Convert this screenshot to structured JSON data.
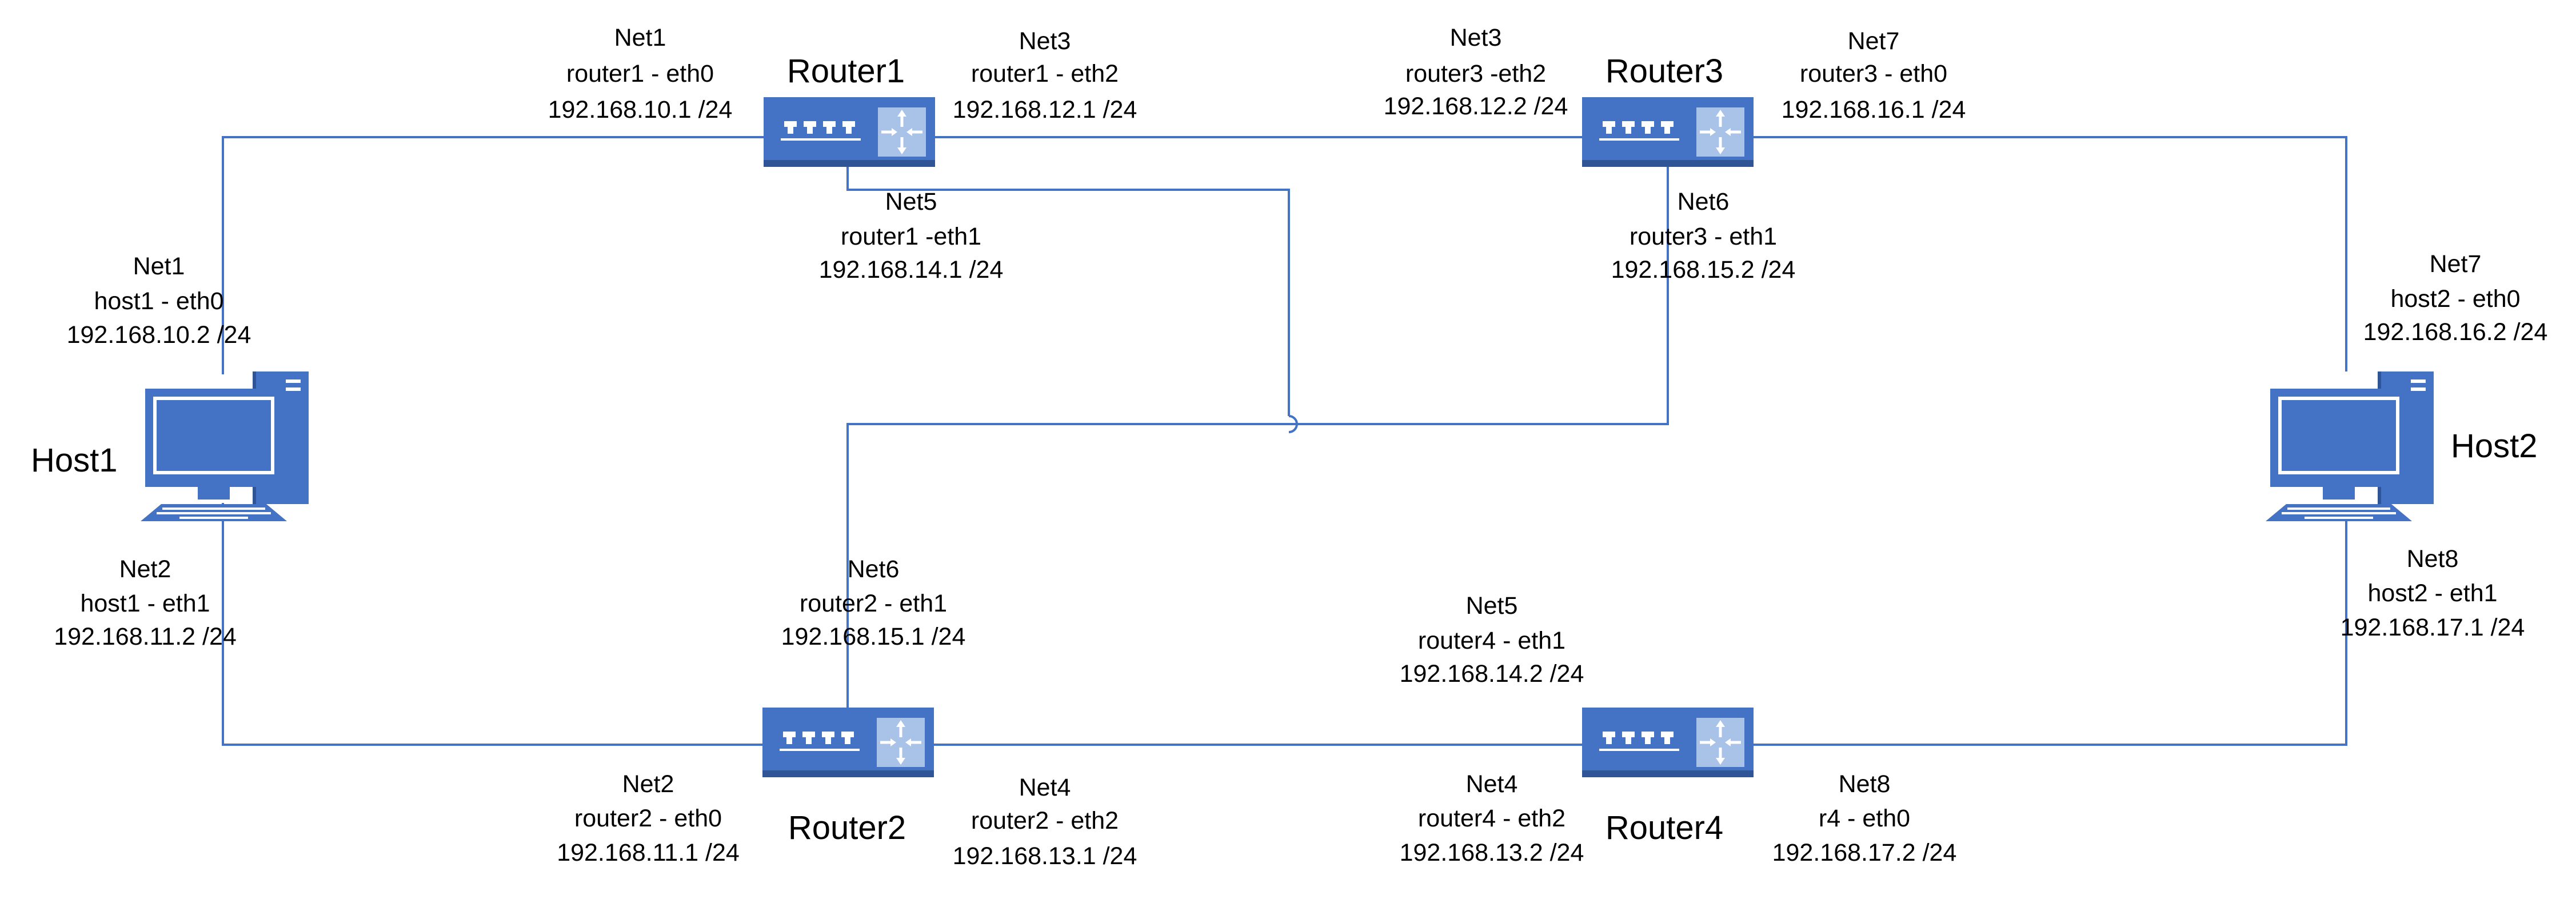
{
  "colors": {
    "wire": "#4472C4",
    "device": "#4472C4",
    "device_dark": "#2F5597",
    "device_light": "#A9C2E8",
    "text": "#000000"
  },
  "devices": {
    "router1": {
      "name": "Router1",
      "icon": "router-icon"
    },
    "router2": {
      "name": "Router2",
      "icon": "router-icon"
    },
    "router3": {
      "name": "Router3",
      "icon": "router-icon"
    },
    "router4": {
      "name": "Router4",
      "icon": "router-icon"
    },
    "host1": {
      "name": "Host1",
      "icon": "desktop-computer-icon"
    },
    "host2": {
      "name": "Host2",
      "icon": "desktop-computer-icon"
    }
  },
  "interfaces": {
    "r1_eth0": {
      "net": "Net1",
      "iface": "router1 - eth0",
      "ip": "192.168.10.1 /24"
    },
    "r1_eth2": {
      "net": "Net3",
      "iface": "router1 - eth2",
      "ip": "192.168.12.1 /24"
    },
    "r1_eth1": {
      "net": "Net5",
      "iface": "router1 -eth1",
      "ip": "192.168.14.1 /24"
    },
    "r3_eth2": {
      "net": "Net3",
      "iface": "router3 -eth2",
      "ip": "192.168.12.2 /24"
    },
    "r3_eth0": {
      "net": "Net7",
      "iface": "router3 - eth0",
      "ip": "192.168.16.1 /24"
    },
    "r3_eth1": {
      "net": "Net6",
      "iface": "router3 - eth1",
      "ip": "192.168.15.2 /24"
    },
    "h1_eth0": {
      "net": "Net1",
      "iface": "host1 - eth0",
      "ip": "192.168.10.2 /24"
    },
    "h1_eth1": {
      "net": "Net2",
      "iface": "host1 - eth1",
      "ip": "192.168.11.2 /24"
    },
    "h2_eth0": {
      "net": "Net7",
      "iface": "host2 - eth0",
      "ip": "192.168.16.2 /24"
    },
    "h2_eth1": {
      "net": "Net8",
      "iface": "host2 - eth1",
      "ip": "192.168.17.1 /24"
    },
    "r2_eth1": {
      "net": "Net6",
      "iface": "router2 - eth1",
      "ip": "192.168.15.1 /24"
    },
    "r2_eth0": {
      "net": "Net2",
      "iface": "router2 - eth0",
      "ip": "192.168.11.1 /24"
    },
    "r2_eth2": {
      "net": "Net4",
      "iface": "router2 - eth2",
      "ip": "192.168.13.1 /24"
    },
    "r4_eth1": {
      "net": "Net5",
      "iface": "router4 - eth1",
      "ip": "192.168.14.2 /24"
    },
    "r4_eth2": {
      "net": "Net4",
      "iface": "router4 - eth2",
      "ip": "192.168.13.2 /24"
    },
    "r4_eth0": {
      "net": "Net8",
      "iface": "r4 - eth0",
      "ip": "192.168.17.2 /24"
    }
  }
}
